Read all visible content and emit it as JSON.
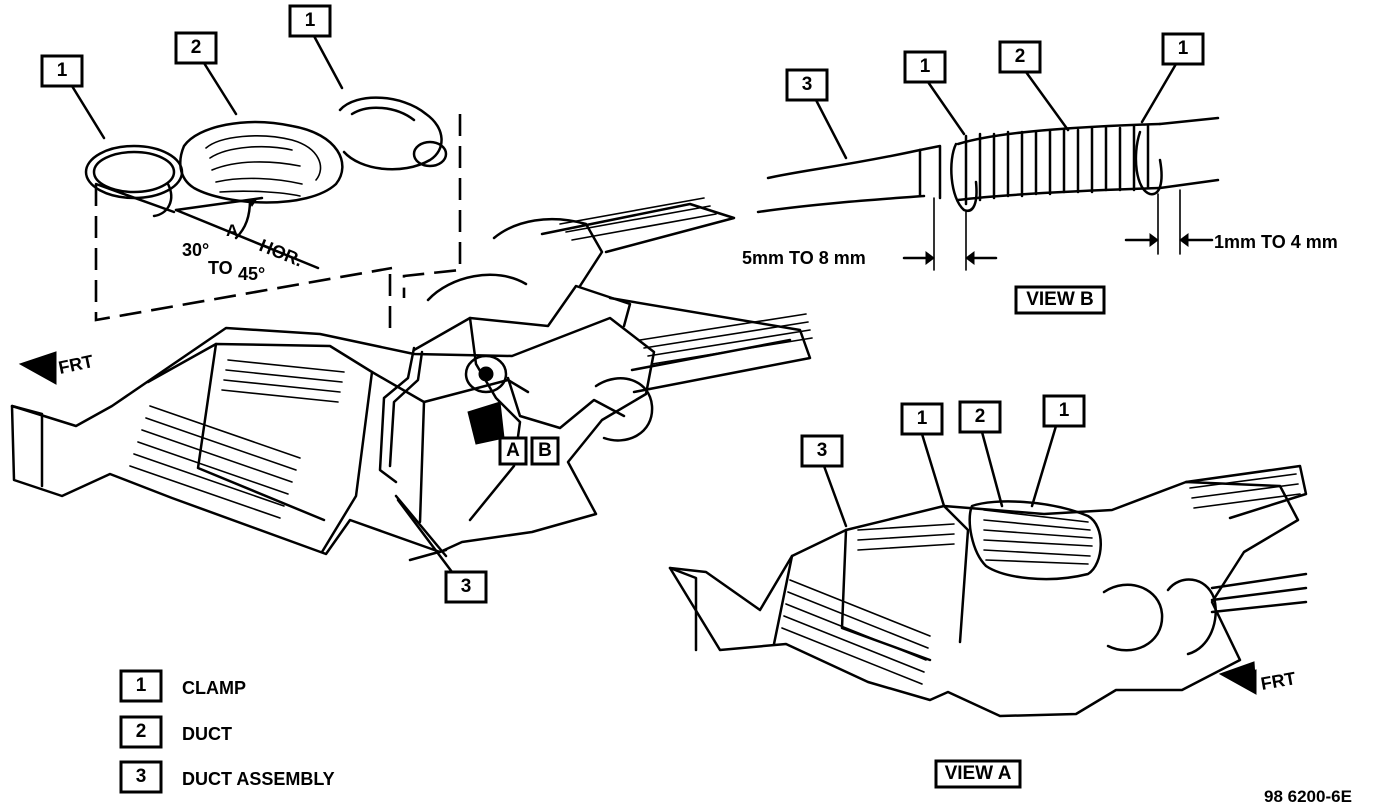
{
  "diagram": {
    "callouts": {
      "top_left_clamp": "1",
      "top_duct": "2",
      "top_right_clamp": "1",
      "main_assembly": "3",
      "view_b_assembly": "3",
      "view_b_left_clamp": "1",
      "view_b_duct": "2",
      "view_b_right_clamp": "1",
      "view_a_assembly": "3",
      "view_a_left_clamp": "1",
      "view_a_duct": "2",
      "view_a_right_clamp": "1"
    },
    "angle_label_lower": "30°",
    "angle_label_to": "TO",
    "angle_label_upper": "45°",
    "angle_symbol": "A",
    "horizontal_label": "HOR.",
    "front_label_left": "FRT",
    "front_label_right": "FRT",
    "view_marker_a": "A",
    "view_marker_b": "B",
    "dimension_left": "5mm TO 8 mm",
    "dimension_right": "1mm TO 4 mm",
    "view_b_title": "VIEW B",
    "view_a_title": "VIEW A",
    "figure_code": "98 6200-6E"
  },
  "legend": {
    "items": [
      {
        "number": "1",
        "label": "CLAMP"
      },
      {
        "number": "2",
        "label": "DUCT"
      },
      {
        "number": "3",
        "label": "DUCT ASSEMBLY"
      }
    ]
  }
}
